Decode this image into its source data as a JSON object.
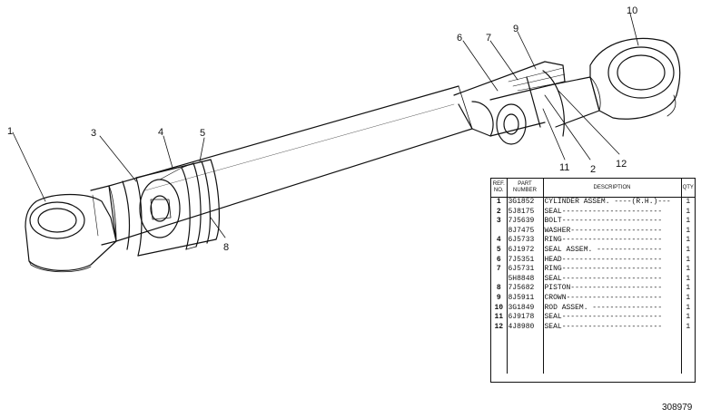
{
  "callouts": [
    {
      "id": "1",
      "label": "1"
    },
    {
      "id": "2",
      "label": "2"
    },
    {
      "id": "3",
      "label": "3"
    },
    {
      "id": "4",
      "label": "4"
    },
    {
      "id": "5",
      "label": "5"
    },
    {
      "id": "6",
      "label": "6"
    },
    {
      "id": "7",
      "label": "7"
    },
    {
      "id": "8",
      "label": "8"
    },
    {
      "id": "9",
      "label": "9"
    },
    {
      "id": "10",
      "label": "10"
    },
    {
      "id": "11",
      "label": "11"
    },
    {
      "id": "12",
      "label": "12"
    }
  ],
  "table": {
    "headers": {
      "ref": "REF. NO.",
      "part": "PART NUMBER",
      "desc": "DESCRIPTION",
      "qty": "QTY"
    },
    "rows": [
      {
        "ref": "1",
        "part": "3G1852",
        "desc": "CYLINDER ASSEM. ----(R.H.)---",
        "qty": "1"
      },
      {
        "ref": "2",
        "part": "5J8175",
        "desc": "SEAL-----------------------",
        "qty": "1"
      },
      {
        "ref": "3",
        "part": "7J5639",
        "desc": "BOLT-----------------------",
        "qty": "1"
      },
      {
        "ref": "",
        "part": "8J7475",
        "desc": "WASHER---------------------",
        "qty": "1"
      },
      {
        "ref": "4",
        "part": "6J5733",
        "desc": "RING-----------------------",
        "qty": "1"
      },
      {
        "ref": "5",
        "part": "6J1972",
        "desc": "SEAL ASSEM. ---------------",
        "qty": "1"
      },
      {
        "ref": "6",
        "part": "7J5351",
        "desc": "HEAD-----------------------",
        "qty": "1"
      },
      {
        "ref": "7",
        "part": "6J5731",
        "desc": "RING-----------------------",
        "qty": "1"
      },
      {
        "ref": "",
        "part": "5H8848",
        "desc": "SEAL-----------------------",
        "qty": "1"
      },
      {
        "ref": "8",
        "part": "7J5682",
        "desc": "PISTON---------------------",
        "qty": "1"
      },
      {
        "ref": "9",
        "part": "8J5911",
        "desc": "CROWN----------------------",
        "qty": "1"
      },
      {
        "ref": "10",
        "part": "3G1849",
        "desc": "ROD ASSEM. ----------------",
        "qty": "1"
      },
      {
        "ref": "11",
        "part": "6J9178",
        "desc": "SEAL-----------------------",
        "qty": "1"
      },
      {
        "ref": "12",
        "part": "4J8980",
        "desc": "SEAL-----------------------",
        "qty": "1"
      }
    ]
  },
  "drawing_number": "308979"
}
